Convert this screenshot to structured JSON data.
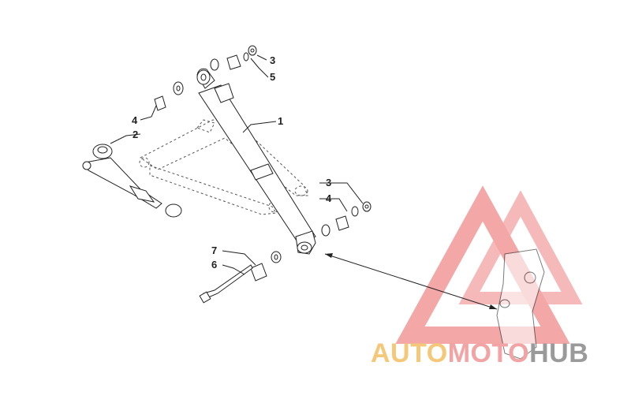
{
  "diagram": {
    "callouts": [
      {
        "id": "c1",
        "label": "1"
      },
      {
        "id": "c2",
        "label": "2"
      },
      {
        "id": "c3a",
        "label": "3"
      },
      {
        "id": "c5",
        "label": "5"
      },
      {
        "id": "c4a",
        "label": "4"
      },
      {
        "id": "c3b",
        "label": "3"
      },
      {
        "id": "c4b",
        "label": "4"
      },
      {
        "id": "c7",
        "label": "7"
      },
      {
        "id": "c6",
        "label": "6"
      }
    ]
  },
  "watermark": {
    "auto": "AUTO",
    "moto": "MOTO",
    "hub": "HUB",
    "colors": {
      "auto": "#f5c879",
      "moto": "#f2a3a3",
      "hub": "#9a9a9a",
      "logo": "#f08a8a"
    }
  }
}
